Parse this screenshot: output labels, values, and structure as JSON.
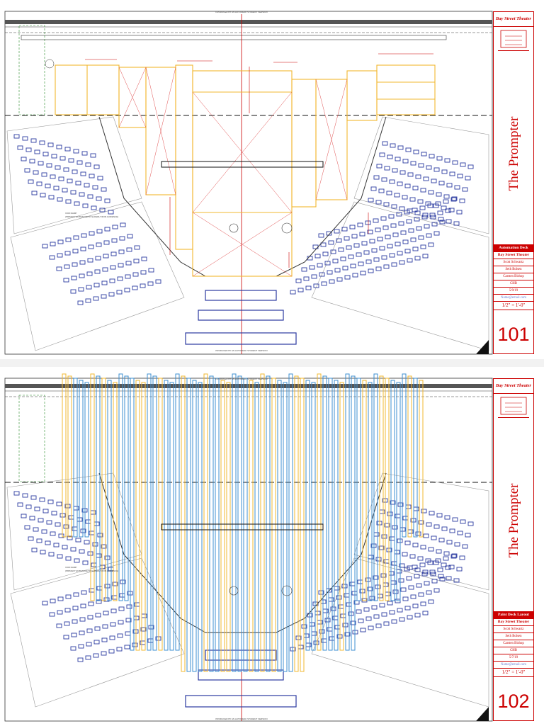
{
  "sheets": [
    {
      "theater": "Bay Street Theater",
      "title": "The Prompter",
      "drawing_title": "Automation Deck",
      "theater_name": "Bay Street Theater",
      "designer": "Scott Schwartz",
      "credit_1": "Seth Bolsen",
      "credit_2": "Carsten Bishop",
      "credit_3": "CHB",
      "date": "5/9/19",
      "email": "Name@email.com",
      "scale": "1/2\" = 1'-0\"",
      "number": "101",
      "header_note": "PRODUCED BY AN AUTODESK STUDENT VERSION",
      "ramp_note": "VOM RAMP",
      "ramp_sub": "(PRIMARY ENTRANCE BY ELDERLY/FOR AUDIENCE)"
    },
    {
      "theater": "Bay Street Theater",
      "title": "The Prompter",
      "drawing_title": "Paint Deck Layout",
      "theater_name": "Bay Street Theater",
      "designer": "Scott Schwartz",
      "credit_1": "Seth Bolsen",
      "credit_2": "Carsten Bishop",
      "credit_3": "CHB",
      "date": "5/7/19",
      "email": "Name@email.com",
      "scale": "1/2\" = 1'-0\"",
      "number": "102",
      "header_note": "PRODUCED BY AN AUTODESK STUDENT VERSION",
      "ramp_note": "VOM RAMP",
      "ramp_sub": "(PRIMARY ENTRANCE BY ELDERLY/FOR AUDIENCE)"
    }
  ],
  "colors": {
    "accent": "#cc0000",
    "deck_yellow": "#f2b830",
    "deck_blue": "#3d8fd1",
    "seat_blue": "#2b3aa0",
    "line_gray": "#555555"
  }
}
